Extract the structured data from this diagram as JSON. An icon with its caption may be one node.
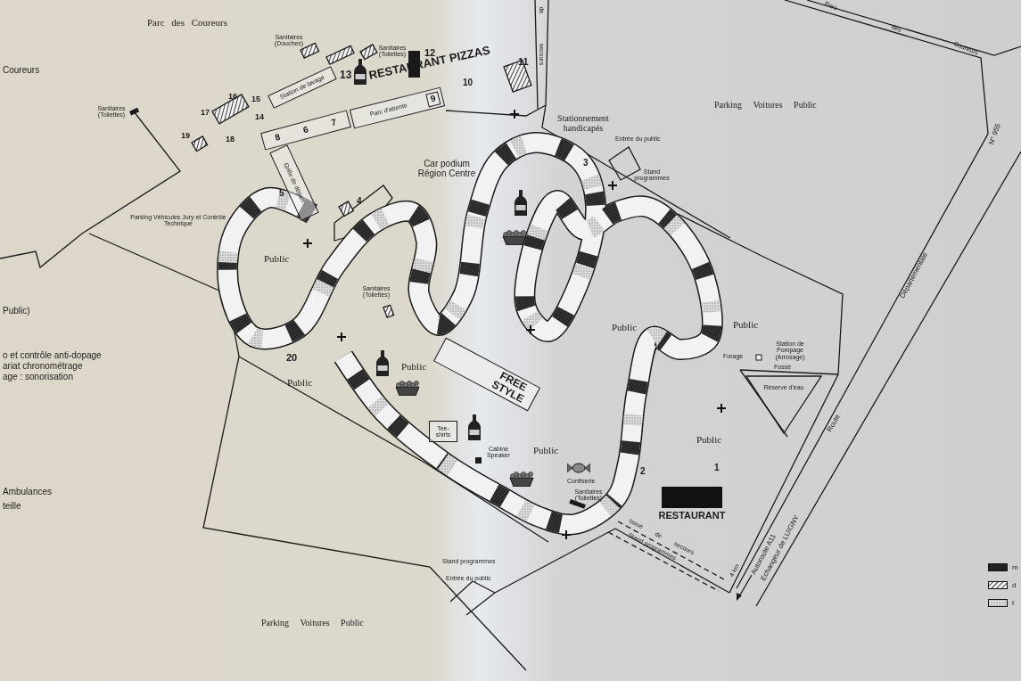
{
  "diagram": {
    "nodes": [
      {
        "text": [
          "Station de lavage"
        ]
      },
      {
        "text": [
          "Parc d'attente"
        ]
      },
      {
        "text": [
          "9"
        ],
        "in": 1
      },
      {
        "text": [
          "8",
          "6",
          "7"
        ]
      },
      {
        "text": [
          "Grille de départ"
        ]
      },
      {
        "text": [
          "Tee-shirts"
        ]
      },
      {
        "text": [
          "FREE STYLE"
        ]
      },
      {
        "text": [
          "Réserve d'eau"
        ]
      },
      {
        "text": [
          "RESTAURANT"
        ]
      }
    ],
    "labels": [
      "Parc des Coureurs",
      "Parc",
      "des",
      "Coureurs",
      "Coureurs",
      "Sanitaires (Douches)",
      "Sanitaires (Toilettes)",
      "12",
      "11",
      "de",
      "secours",
      "13",
      "RESTAURANT PIZZAS",
      "10",
      "Stationnement handicapés",
      "Parking Voitures Public",
      "N° 955",
      "Sanitaires (Toilettes)",
      "16",
      "15",
      "17",
      "14",
      "18",
      "19",
      "Entrée du public",
      "3",
      "Stand programmes",
      "Car podium Région Centre",
      "5",
      "4",
      "Parking Véhicules Jury et Contrôle Technique",
      "Public",
      "Départementale",
      "Public)",
      "Sanitaires (Toilettes)",
      "Public",
      "Public",
      "o et contrôle anti-dopage",
      "Forage",
      "Station de Pompage (Arrosage)",
      "20",
      "ariat chronométrage",
      "Public",
      "age : sonorisation",
      "Fossé",
      "Public",
      "Route",
      "Public",
      "Cabine Speaker",
      "Public",
      "1",
      "2",
      "Confiserie",
      "Sanitaires (Toilettes)",
      "Ambulances",
      "teille",
      "Autoroute A11",
      "Echangeur de LUIGNY",
      "Issue de secours",
      "Stand programmes",
      "4 km",
      "Stand programmes",
      "Entrée du public",
      "Parking Voitures Public"
    ],
    "legend": [
      {
        "text": "m"
      },
      {
        "text": "d"
      },
      {
        "text": "t"
      }
    ]
  }
}
